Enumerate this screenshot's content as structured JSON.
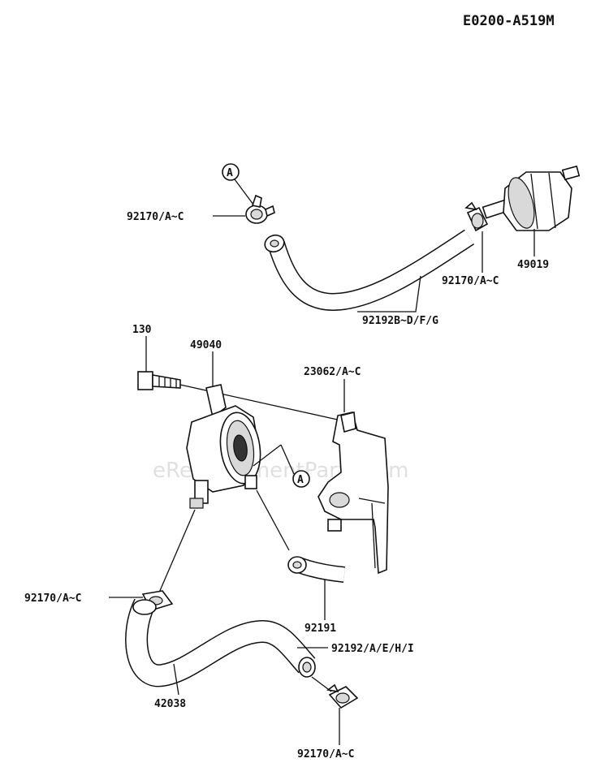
{
  "diagram_code": "E0200-A519M",
  "watermark": "eReplacementParts.com",
  "reference_marker": "A",
  "labels": {
    "clamp_top_left": "92170/A~C",
    "clamp_top_right": "92170/A~C",
    "fuel_filter": "49019",
    "hose_top": "92192B~D/F/G",
    "bolt": "130",
    "fuel_pump": "49040",
    "bracket": "23062/A~C",
    "clamp_mid_left": "92170/A~C",
    "hose_short": "92191",
    "hose_bottom_right": "92192/A/E/H/I",
    "hose_bottom": "42038",
    "clamp_bottom": "92170/A~C"
  }
}
